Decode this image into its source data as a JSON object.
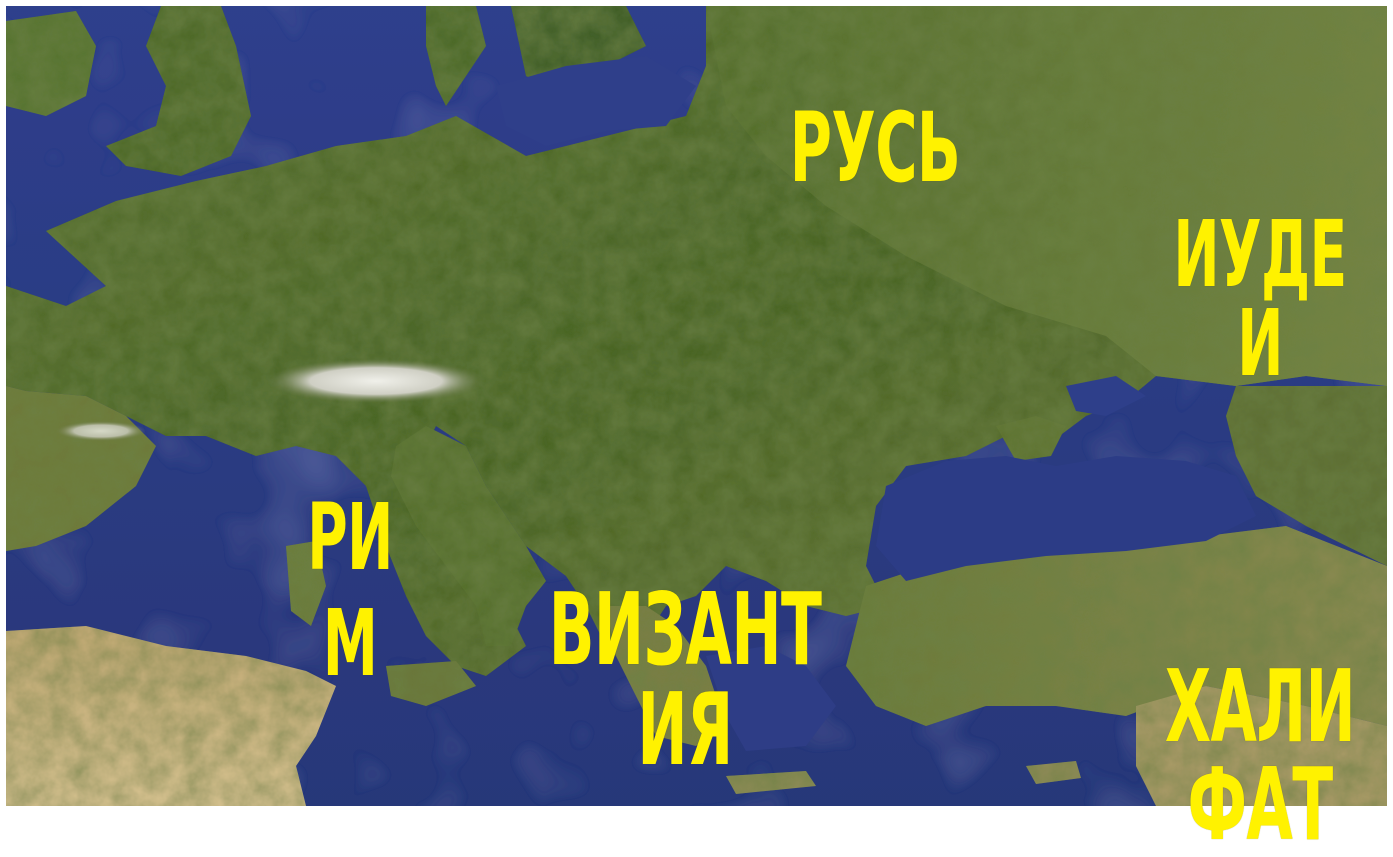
{
  "map": {
    "colors": {
      "sea": "#2E3D86",
      "sea_deep": "#26357A",
      "land_green": "#4E6A2A",
      "land_dark": "#364B1E",
      "land_light": "#7C8A44",
      "desert": "#C9B27C",
      "snow": "#E6E6E0",
      "label": "#FFF200"
    },
    "labels": {
      "rus": [
        "РУСЬ"
      ],
      "iudei": [
        "ИУДЕ",
        "И"
      ],
      "rim": [
        "РИ",
        "М"
      ],
      "vizantiya": [
        "ВИЗАНТ",
        "ИЯ"
      ],
      "halifat": [
        "ХАЛИ",
        "ФАТ"
      ]
    }
  }
}
